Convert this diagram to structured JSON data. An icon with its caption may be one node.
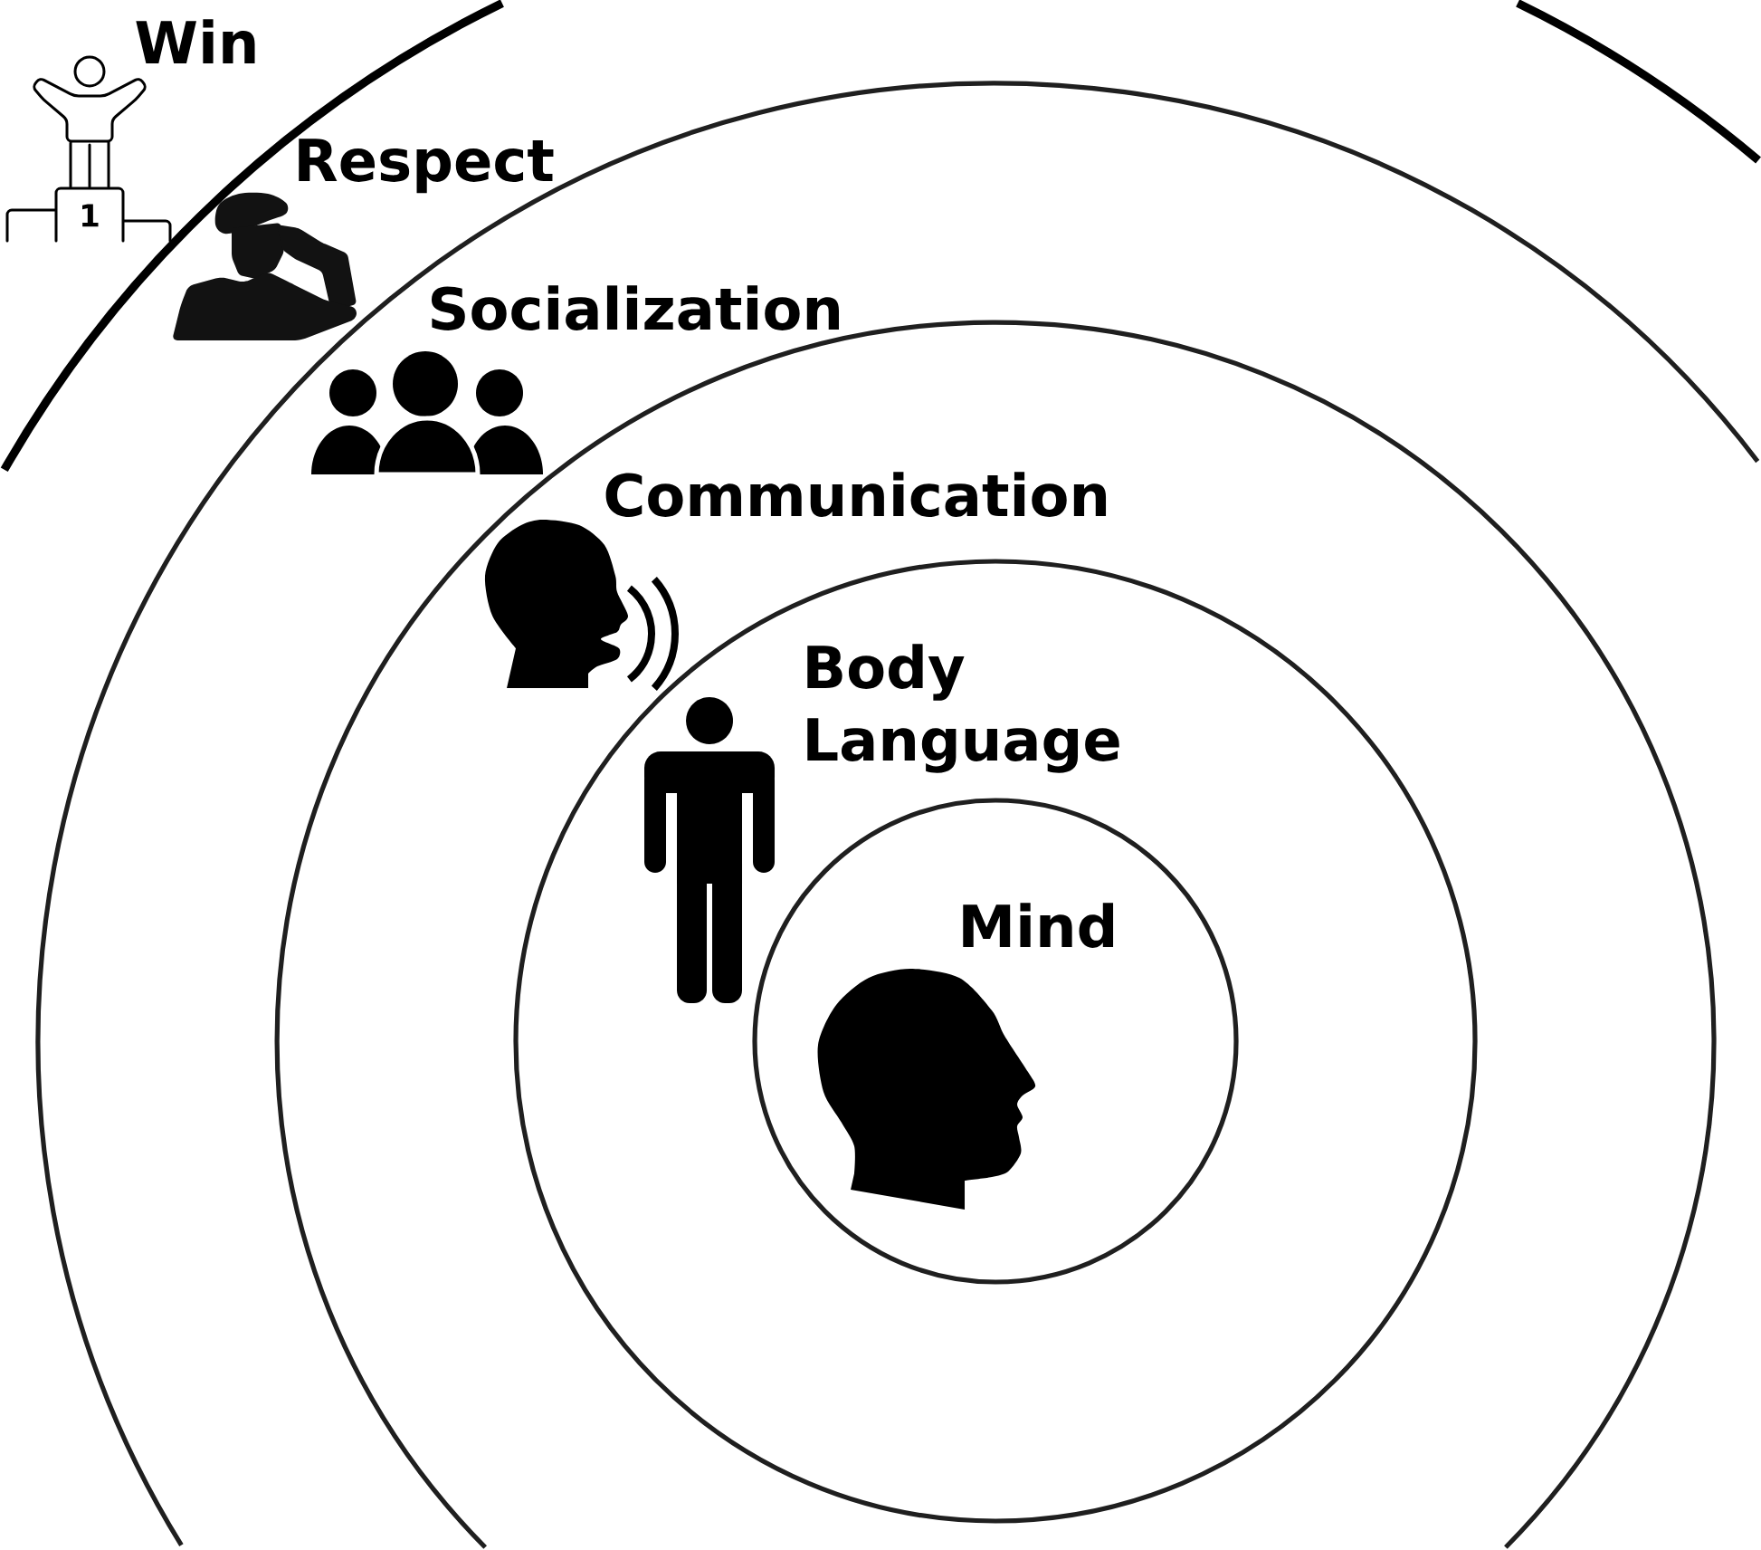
{
  "diagram": {
    "nodes": [
      {
        "text": [
          "Respect"
        ]
      },
      {
        "text": [
          "Socialization"
        ]
      },
      {
        "text": [
          "Communication"
        ],
        "in": 1
      },
      {
        "text": [
          "Body Language"
        ],
        "in": 2
      },
      {
        "text": [
          "Mind"
        ],
        "in": 3
      }
    ],
    "labels": [
      "Win",
      "1"
    ]
  }
}
